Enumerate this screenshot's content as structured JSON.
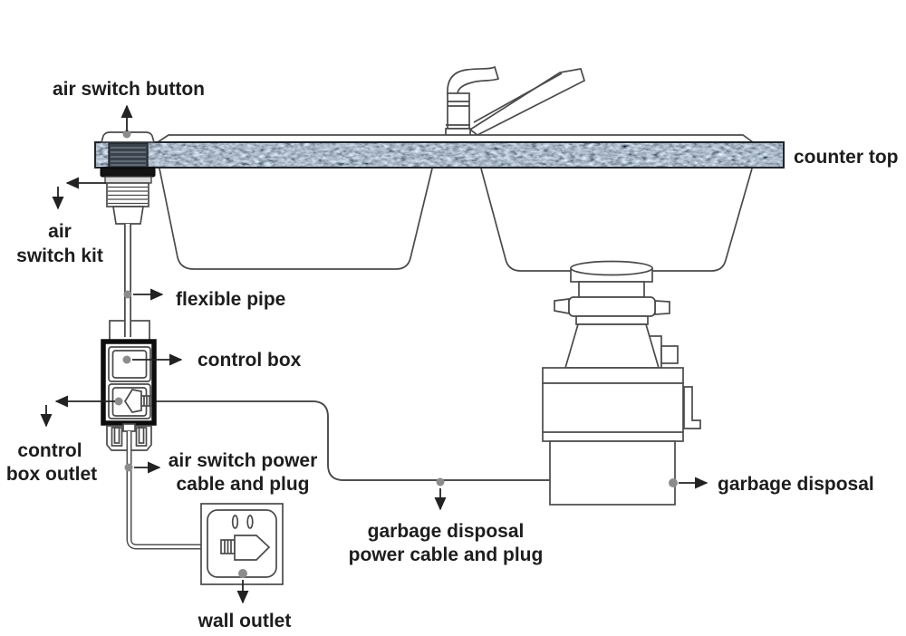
{
  "diagram": {
    "labels": {
      "air_switch_button": "air switch button",
      "counter_top": "counter top",
      "air_switch_kit": [
        "air",
        "switch kit"
      ],
      "flexible_pipe": "flexible pipe",
      "control_box": "control box",
      "control_box_outlet": [
        "control",
        "box outlet"
      ],
      "air_switch_power": [
        "air switch power",
        "cable and plug"
      ],
      "garbage_disposal_power": [
        "garbage disposal",
        "power cable and plug"
      ],
      "wall_outlet": "wall outlet",
      "garbage_disposal": "garbage disposal"
    },
    "colors": {
      "line": "#4a4a4a",
      "leader": "#222222",
      "label_text": "#1d1d1d",
      "control_box_frame": "#0d0d0d",
      "cable_gray": "#999999",
      "cable_dark": "#4f4f4f",
      "indicator_dot": "#8c8c8c",
      "granite_base": "#68798a",
      "background": "#ffffff"
    }
  }
}
